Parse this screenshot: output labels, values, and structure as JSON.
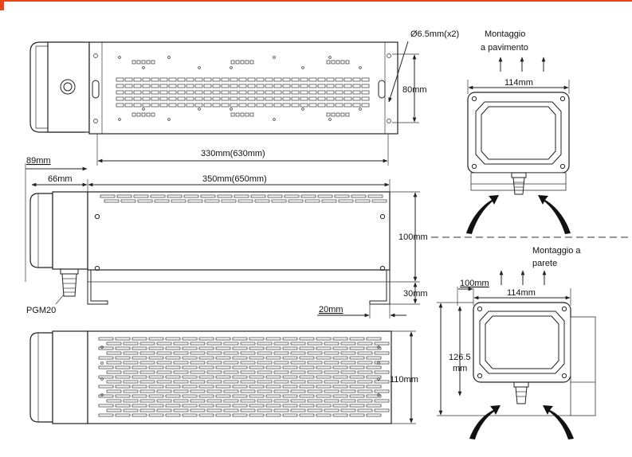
{
  "colors": {
    "line": "#222222",
    "accent": "#e8441a",
    "background": "#ffffff"
  },
  "top_view": {
    "hole_label": "Ø6.5mm(x2)",
    "height_label": "80mm",
    "length_label": "330mm(630mm)"
  },
  "side_view": {
    "overall_label": "89mm",
    "box_label": "66mm",
    "length_label": "350mm(650mm)",
    "height_label": "100mm",
    "bracket_label": "30mm",
    "foot_label": "20mm",
    "gland_label": "PGM20"
  },
  "bottom_view": {
    "height_label": "110mm"
  },
  "floor_mount": {
    "title_line1": "Montaggio",
    "title_line2": "a pavimento",
    "width_label": "114mm"
  },
  "wall_mount": {
    "title_line1": "Montaggio a",
    "title_line2": "parete",
    "width_label": "114mm",
    "offset_label": "100mm",
    "height_label_line1": "126.5",
    "height_label_line2": "mm"
  }
}
